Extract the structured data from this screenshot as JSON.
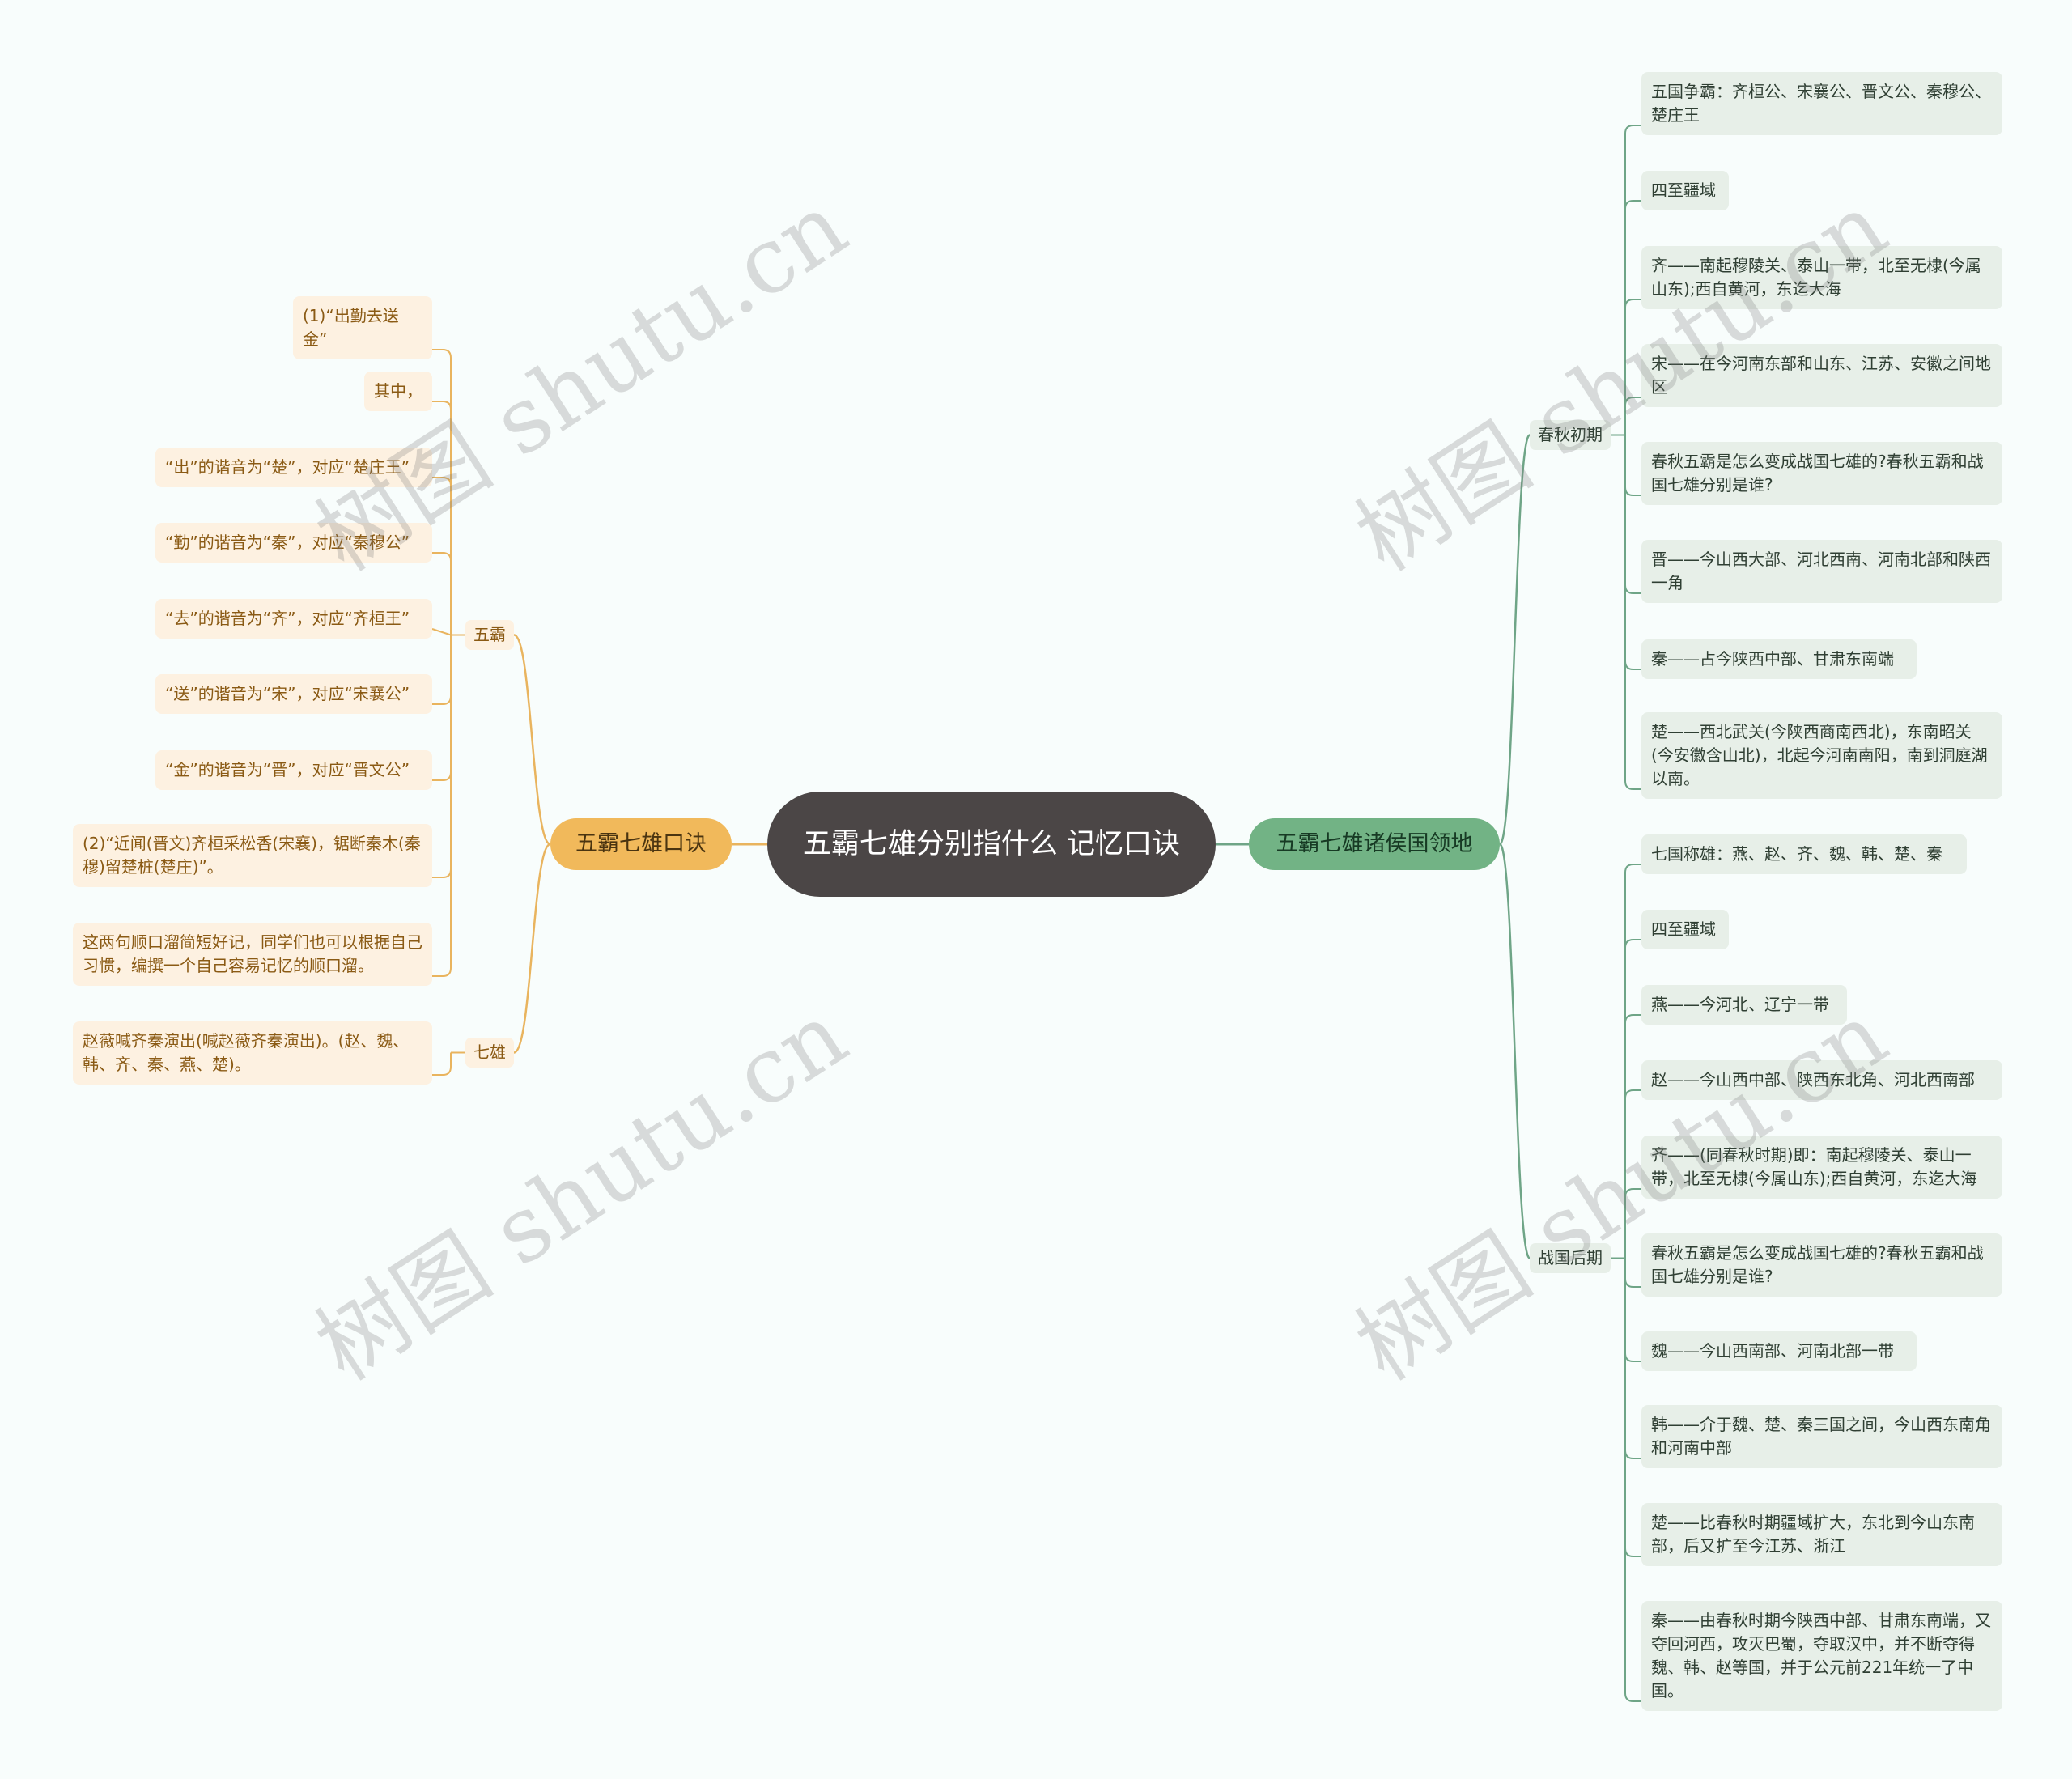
{
  "root": "五霸七雄分别指什么 记忆口诀",
  "left": {
    "label": "五霸七雄口诀",
    "wuba": {
      "label": "五霸",
      "items": [
        "(1)“出勤去送金”",
        "其中，",
        "“出”的谐音为“楚”，对应“楚庄王”",
        "“勤”的谐音为“秦”，对应“秦穆公”",
        "“去”的谐音为“齐”，对应“齐桓王”",
        "“送”的谐音为“宋”，对应“宋襄公”",
        "“金”的谐音为“晋”，对应“晋文公”",
        "(2)“近闻(晋文)齐桓采松香(宋襄)，锯断秦木(秦穆)留楚桩(楚庄)”。",
        "这两句顺口溜简短好记，同学们也可以根据自己习惯，编撰一个自己容易记忆的顺口溜。"
      ]
    },
    "qixiong": {
      "label": "七雄",
      "items": [
        "赵薇喊齐秦演出(喊赵薇齐秦演出)。(赵、魏、韩、齐、秦、燕、楚)。"
      ]
    }
  },
  "right": {
    "label": "五霸七雄诸侯国领地",
    "chunqiu": {
      "label": "春秋初期",
      "items": [
        "五国争霸：齐桓公、宋襄公、晋文公、秦穆公、楚庄王",
        "四至疆域",
        "齐——南起穆陵关、泰山一带，北至无棣(今属山东);西自黄河，东迄大海",
        "宋——在今河南东部和山东、江苏、安徽之间地区",
        "春秋五霸是怎么变成战国七雄的?春秋五霸和战国七雄分别是谁?",
        "晋——今山西大部、河北西南、河南北部和陕西一角",
        "秦——占今陕西中部、甘肃东南端",
        "楚——西北武关(今陕西商南西北)，东南昭关(今安徽含山北)，北起今河南南阳，南到洞庭湖以南。"
      ]
    },
    "zhanguo": {
      "label": "战国后期",
      "items": [
        "七国称雄：燕、赵、齐、魏、韩、楚、秦",
        "四至疆域",
        "燕——今河北、辽宁一带",
        "赵——今山西中部、陕西东北角、河北西南部",
        "齐——(同春秋时期)即：南起穆陵关、泰山一带，北至无棣(今属山东);西自黄河，东迄大海",
        "春秋五霸是怎么变成战国七雄的?春秋五霸和战国七雄分别是谁?",
        "魏——今山西南部、河南北部一带",
        "韩——介于魏、楚、秦三国之间，今山西东南角和河南中部",
        "楚——比春秋时期疆域扩大，东北到今山东南部，后又扩至今江苏、浙江",
        "秦——由春秋时期今陕西中部、甘肃东南端，又夺回河西，攻灭巴蜀，夺取汉中，并不断夺得魏、韩、赵等国，并于公元前221年统一了中国。"
      ]
    }
  },
  "watermark": "树图 shutu.cn",
  "colors": {
    "left_branch": "#f1b95b",
    "left_line": "#e9b45e",
    "right_branch": "#72b385",
    "right_line": "#6fa587",
    "root": "#4b4646"
  }
}
